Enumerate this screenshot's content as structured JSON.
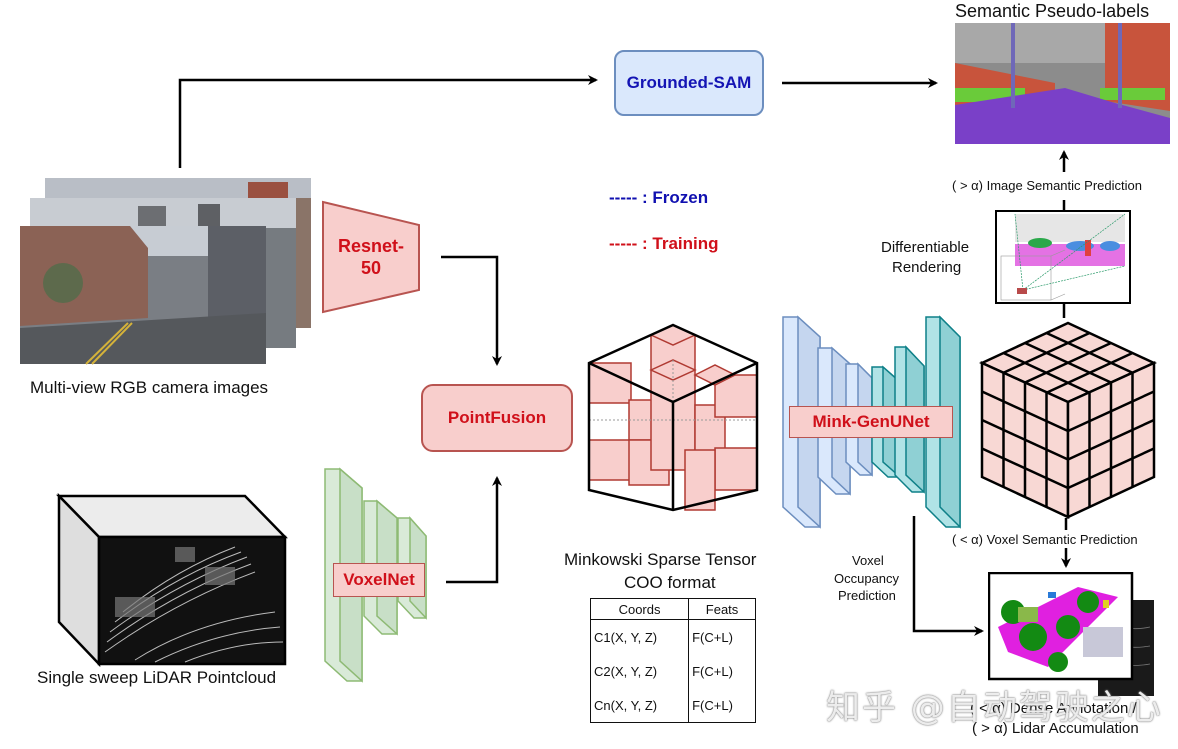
{
  "inputs": {
    "camera_label": "Multi-view RGB camera images",
    "lidar_label": "Single sweep LiDAR Pointcloud"
  },
  "modules": {
    "grounded_sam": "Grounded-SAM",
    "resnet_line1": "Resnet-",
    "resnet_line2": "50",
    "pointfusion": "PointFusion",
    "voxelnet": "VoxelNet",
    "mink_genunet": "Mink-GenUNet"
  },
  "legend": {
    "frozen": "----- : Frozen",
    "training": "----- : Training",
    "frozen_color": "#1010b0",
    "training_color": "#d0101a"
  },
  "tensor": {
    "title_line1": "Minkowski Sparse Tensor",
    "title_line2": "COO format",
    "headers": [
      "Coords",
      "Feats"
    ],
    "rows": [
      [
        "C1(X, Y, Z)",
        "F(C+L)"
      ],
      [
        "C2(X, Y, Z)",
        "F(C+L)"
      ],
      [
        "Cn(X, Y, Z)",
        "F(C+L)"
      ]
    ]
  },
  "outputs": {
    "semantic_pseudo_labels": "Semantic Pseudo-labels",
    "image_semantic_prediction": "( > α) Image Semantic Prediction",
    "differentiable_rendering_line1": "Differentiable",
    "differentiable_rendering_line2": "Rendering",
    "voxel_semantic_prediction": "( < α) Voxel Semantic Prediction",
    "voxel_occupancy_line1": "Voxel",
    "voxel_occupancy_line2": "Occupancy",
    "voxel_occupancy_line3": "Prediction",
    "dense_annotation": "( < α) Dense Annotation /",
    "lidar_accumulation": "( > α) Lidar Accumulation"
  },
  "watermark": "知乎 @自动驾驶之心",
  "colors": {
    "frozen_fill": "#dae8fc",
    "frozen_stroke": "#6c8ebf",
    "train_fill": "#f8cecc",
    "train_stroke": "#b85450",
    "voxelnet_fill": "#d5e8d4",
    "voxelnet_stroke": "#82b366",
    "unet_teal_fill": "#b0e3e6",
    "unet_teal_stroke": "#0e8088"
  }
}
